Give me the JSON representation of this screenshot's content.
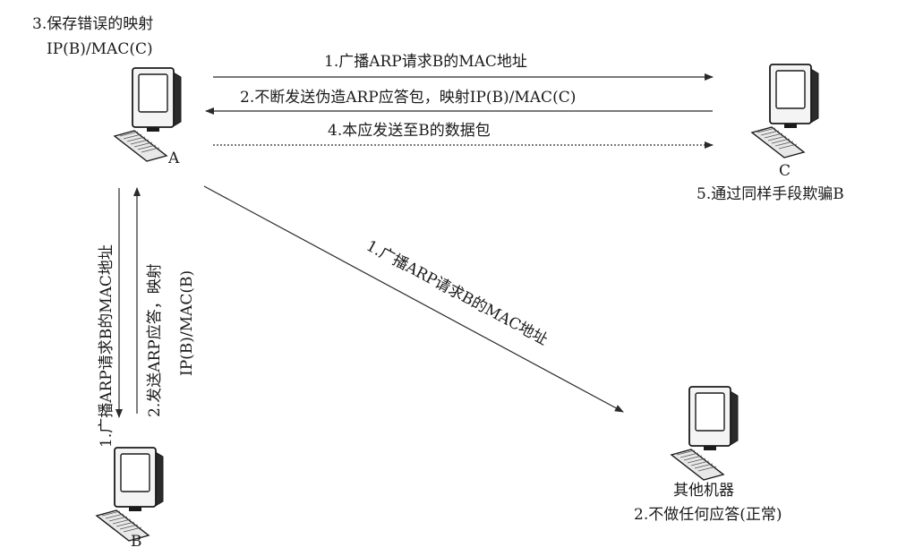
{
  "nodes": {
    "A": {
      "label": "A",
      "note_line1": "3.保存错误的映射",
      "note_line2": "IP(B)/MAC(C)"
    },
    "B": {
      "label": "B"
    },
    "C": {
      "label": "C",
      "note": "5.通过同样手段欺骗B"
    },
    "other": {
      "label": "其他机器",
      "note": "2.不做任何应答(正常)"
    }
  },
  "edges": {
    "a_to_c_request": {
      "label": "1.广播ARP请求B的MAC地址",
      "direction": "A→C",
      "style": "solid"
    },
    "c_to_a_reply": {
      "label": "2.不断发送伪造ARP应答包，映射IP(B)/MAC(C)",
      "direction": "C→A",
      "style": "solid"
    },
    "a_to_c_data": {
      "label": "4.本应发送至B的数据包",
      "direction": "A→C",
      "style": "dotted"
    },
    "a_to_b_request": {
      "label": "1.广播ARP请求B的MAC地址",
      "direction": "A→B",
      "style": "solid"
    },
    "b_to_a_reply": {
      "label_line1": "2.发送ARP应答，映射",
      "label_line2": "IP(B)/MAC(B)",
      "direction": "B→A",
      "style": "solid"
    },
    "a_to_other_request": {
      "label": "1.广播ARP请求B的MAC地址",
      "direction": "A→其他机器",
      "style": "solid"
    }
  }
}
